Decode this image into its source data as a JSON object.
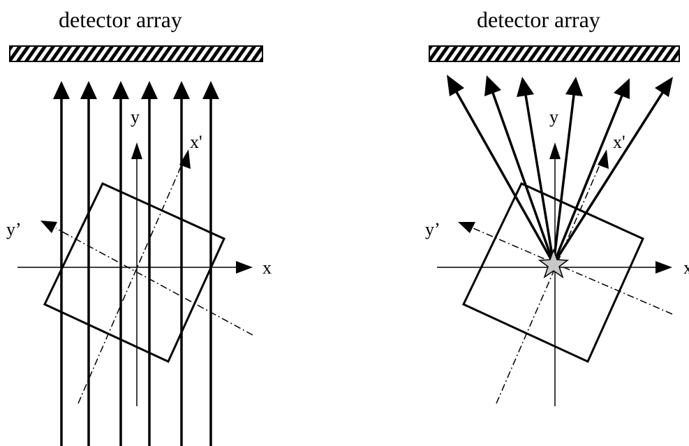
{
  "left_panel": {
    "detector_label": "detector array",
    "axis_x": "x",
    "axis_y": "y",
    "axis_x_rot": "x'",
    "axis_y_rot": "y’"
  },
  "right_panel": {
    "detector_label": "detector array",
    "axis_x": "x",
    "axis_y": "y",
    "axis_x_rot": "x'",
    "axis_y_rot": "y’"
  },
  "colors": {
    "line": "#000000",
    "source_star_fill": "#c8c8c8"
  },
  "icons": {
    "detector": "hatched-bar",
    "source": "star-icon"
  }
}
